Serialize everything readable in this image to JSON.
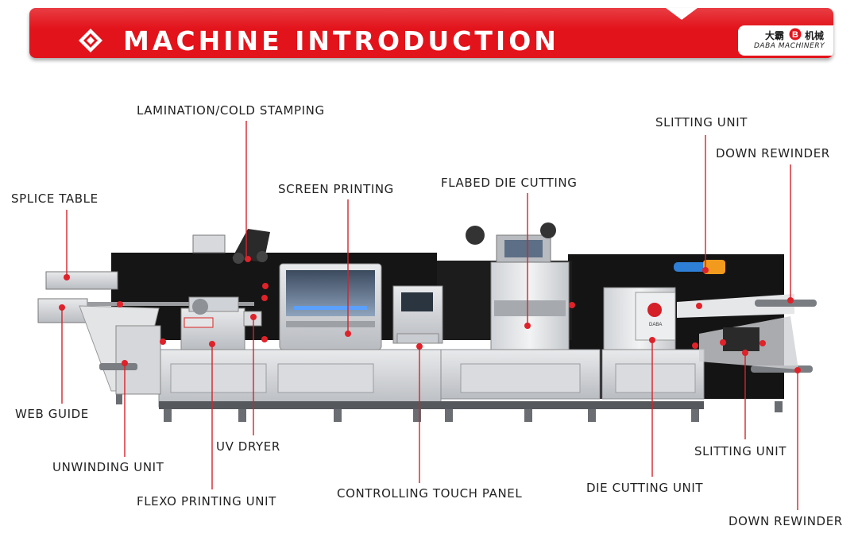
{
  "header": {
    "title": "MACHINE INTRODUCTION",
    "accent_color": "#e3131b",
    "icon": "layered-diamond-icon",
    "logo": {
      "cn_left": "大霸",
      "cn_right": "机械",
      "en": "DABA MACHINERY"
    }
  },
  "labels": {
    "lamination": "LAMINATION/COLD STAMPING",
    "slitting_top": "SLITTING UNIT",
    "rewinder_top": "DOWN REWINDER",
    "splice": "SPLICE TABLE",
    "screen": "SCREEN PRINTING",
    "flabed": "FLABED DIE CUTTING",
    "web_guide": "WEB GUIDE",
    "uv_dryer": "UV DRYER",
    "unwinding": "UNWINDING UNIT",
    "flexo": "FLEXO PRINTING UNIT",
    "touch_panel": "CONTROLLING TOUCH PANEL",
    "die_cutting": "DIE CUTTING UNIT",
    "slitting_bottom": "SLITTING UNIT",
    "rewinder_bottom": "DOWN REWINDER"
  },
  "machine": {
    "brand_text": "DABA",
    "marker_color": "#e0222a"
  }
}
